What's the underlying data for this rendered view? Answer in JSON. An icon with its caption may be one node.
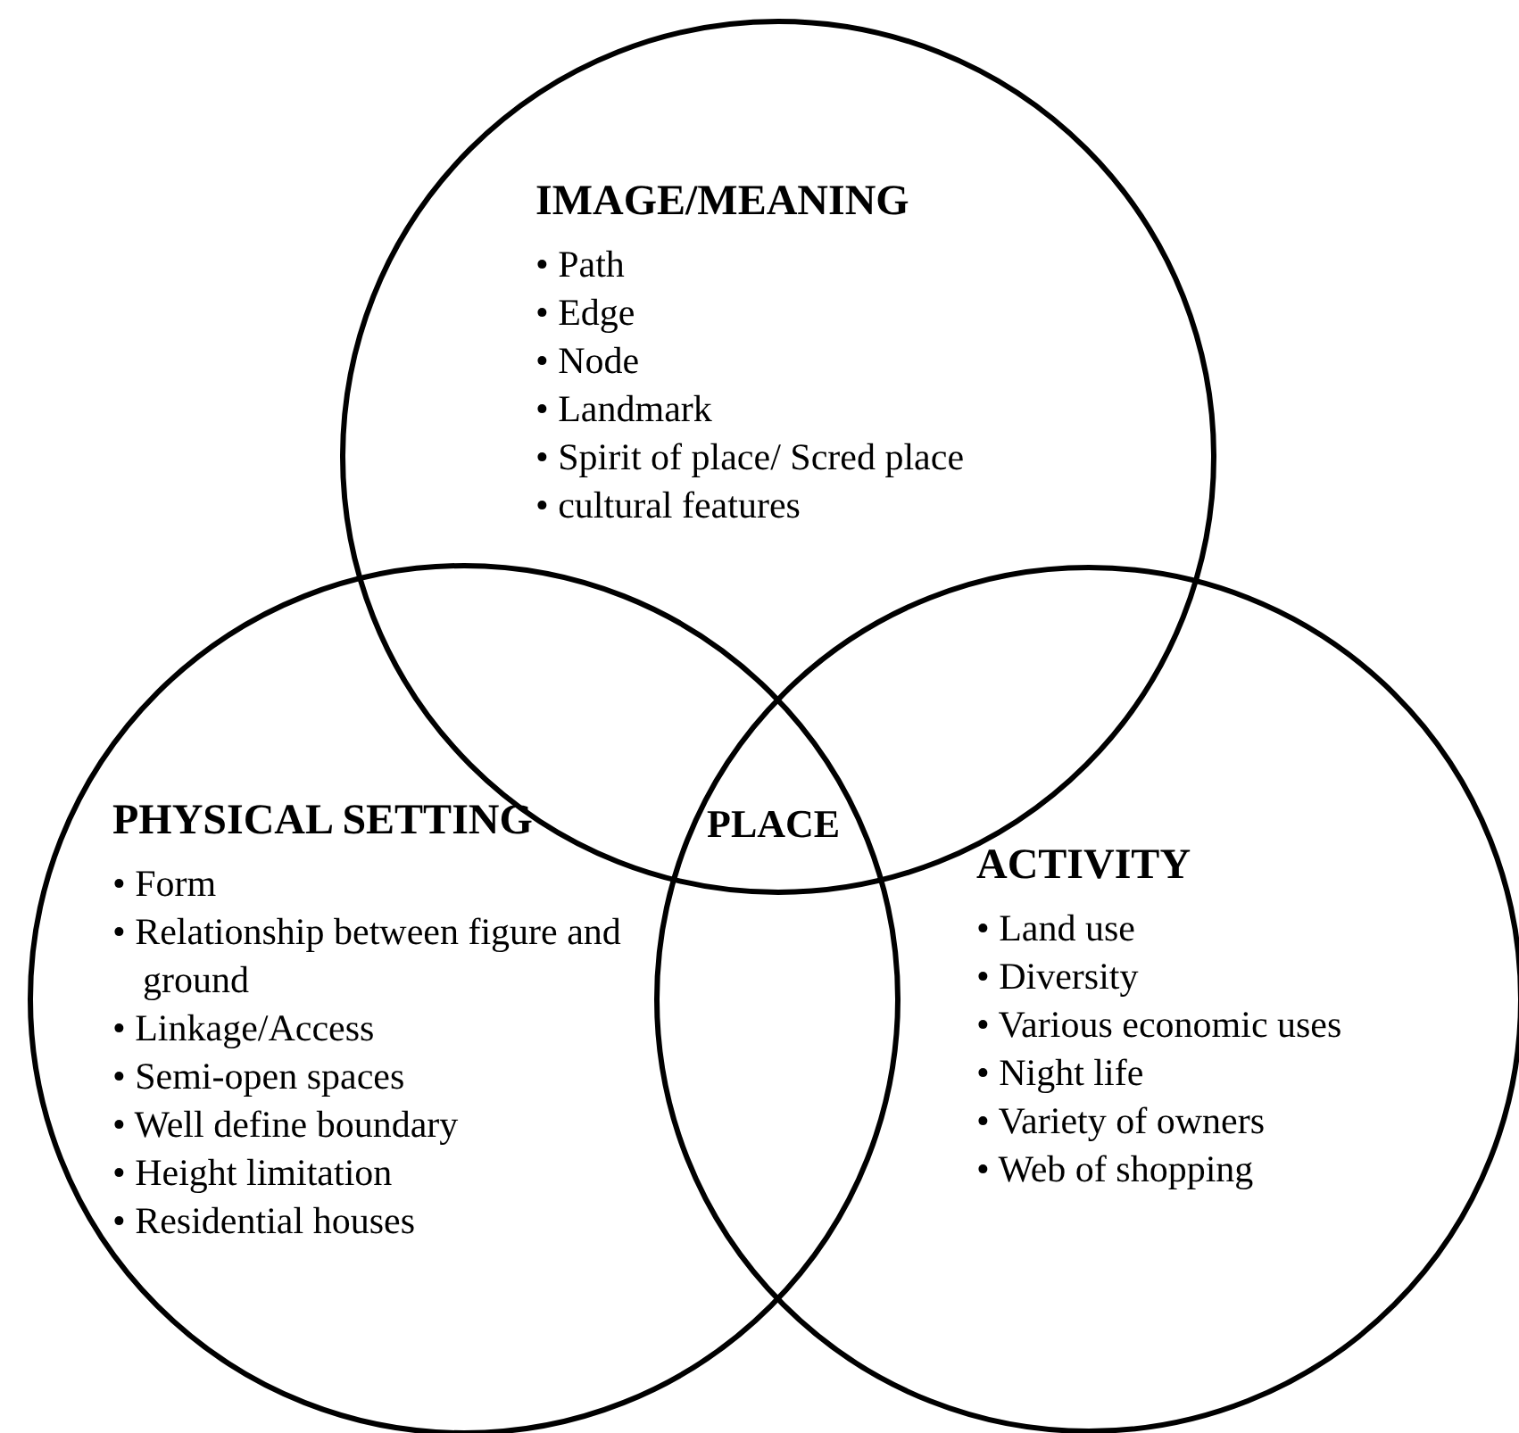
{
  "diagram": {
    "nodes": [
      {
        "text": [
          "IMAGE/MEANING",
          "• Path",
          "• Edge",
          "• Node",
          "• Landmark",
          "• Spirit of place/ Scred place",
          "• cultural features"
        ]
      },
      {
        "text": [
          "PHYSICAL SETTING",
          "• Form",
          "• Relationship between figure and ground",
          "• Linkage/Access",
          "• Semi-open spaces",
          "• Well define boundary",
          "• Height limitation",
          "• Residential houses"
        ]
      },
      {
        "text": [
          "ACTIVITY",
          "• Land use",
          "• Diversity",
          "• Various economic uses",
          "• Night life",
          "• Variety of owners",
          "• Web of shopping"
        ]
      }
    ],
    "labels": [
      "PLACE"
    ]
  }
}
